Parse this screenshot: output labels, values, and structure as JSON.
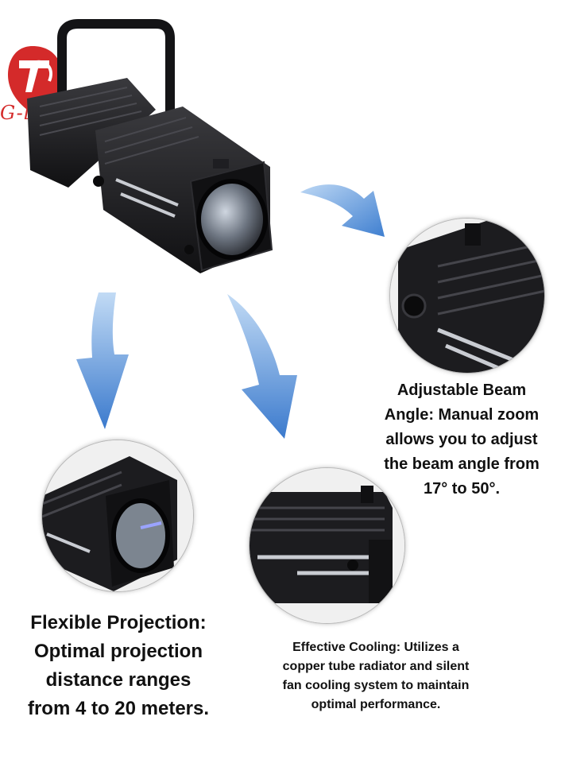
{
  "brand": {
    "logo_text": "G-light"
  },
  "features": [
    {
      "caption": "Adjustable Beam\nAngle: Manual zoom\nallows you to adjust\nthe beam angle from\n17° to 50°."
    },
    {
      "caption": "Flexible Projection:\nOptimal projection\ndistance ranges\nfrom 4 to 20 meters."
    },
    {
      "caption": "Effective Cooling: Utilizes a\ncopper tube radiator and silent\nfan cooling system to maintain\noptimal performance."
    }
  ],
  "colors": {
    "brand_red": "#d42a2a",
    "arrow_blue": "#4f8fd8",
    "fixture_black": "#1b1b1d"
  },
  "icons": [
    "logo-mark-icon",
    "arrow-right-icon",
    "arrow-down-icon"
  ]
}
